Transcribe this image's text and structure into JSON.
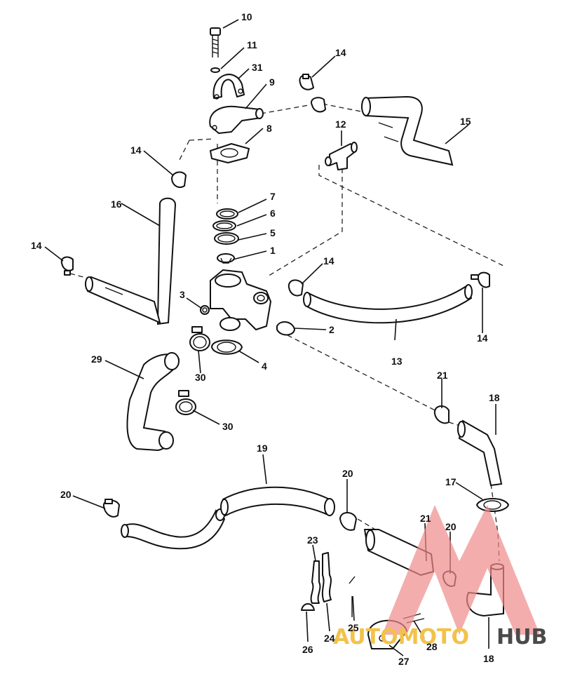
{
  "labels": {
    "l10": "10",
    "l11": "11",
    "l31": "31",
    "l9": "9",
    "l8": "8",
    "l14a": "14",
    "l14b": "14",
    "l14c": "14",
    "l14d": "14",
    "l14e": "14",
    "l15": "15",
    "l12": "12",
    "l16": "16",
    "l7": "7",
    "l6": "6",
    "l5": "5",
    "l1": "1",
    "l3": "3",
    "l2": "2",
    "l13": "13",
    "l4": "4",
    "l29": "29",
    "l30a": "30",
    "l30b": "30",
    "l21a": "21",
    "l18a": "18",
    "l19": "19",
    "l20a": "20",
    "l20b": "20",
    "l17": "17",
    "l21b": "21",
    "l20c": "20",
    "l23": "23",
    "l24": "24",
    "l25": "25",
    "l26": "26",
    "l27": "27",
    "l28": "28",
    "l18b": "18"
  },
  "watermark": {
    "text_a": "AUTOMOTO",
    "text_b": "HUB",
    "colors": {
      "mark": "#f08a8a",
      "text_a": "#f2c24a",
      "text_b": "#4a4a4a"
    }
  }
}
